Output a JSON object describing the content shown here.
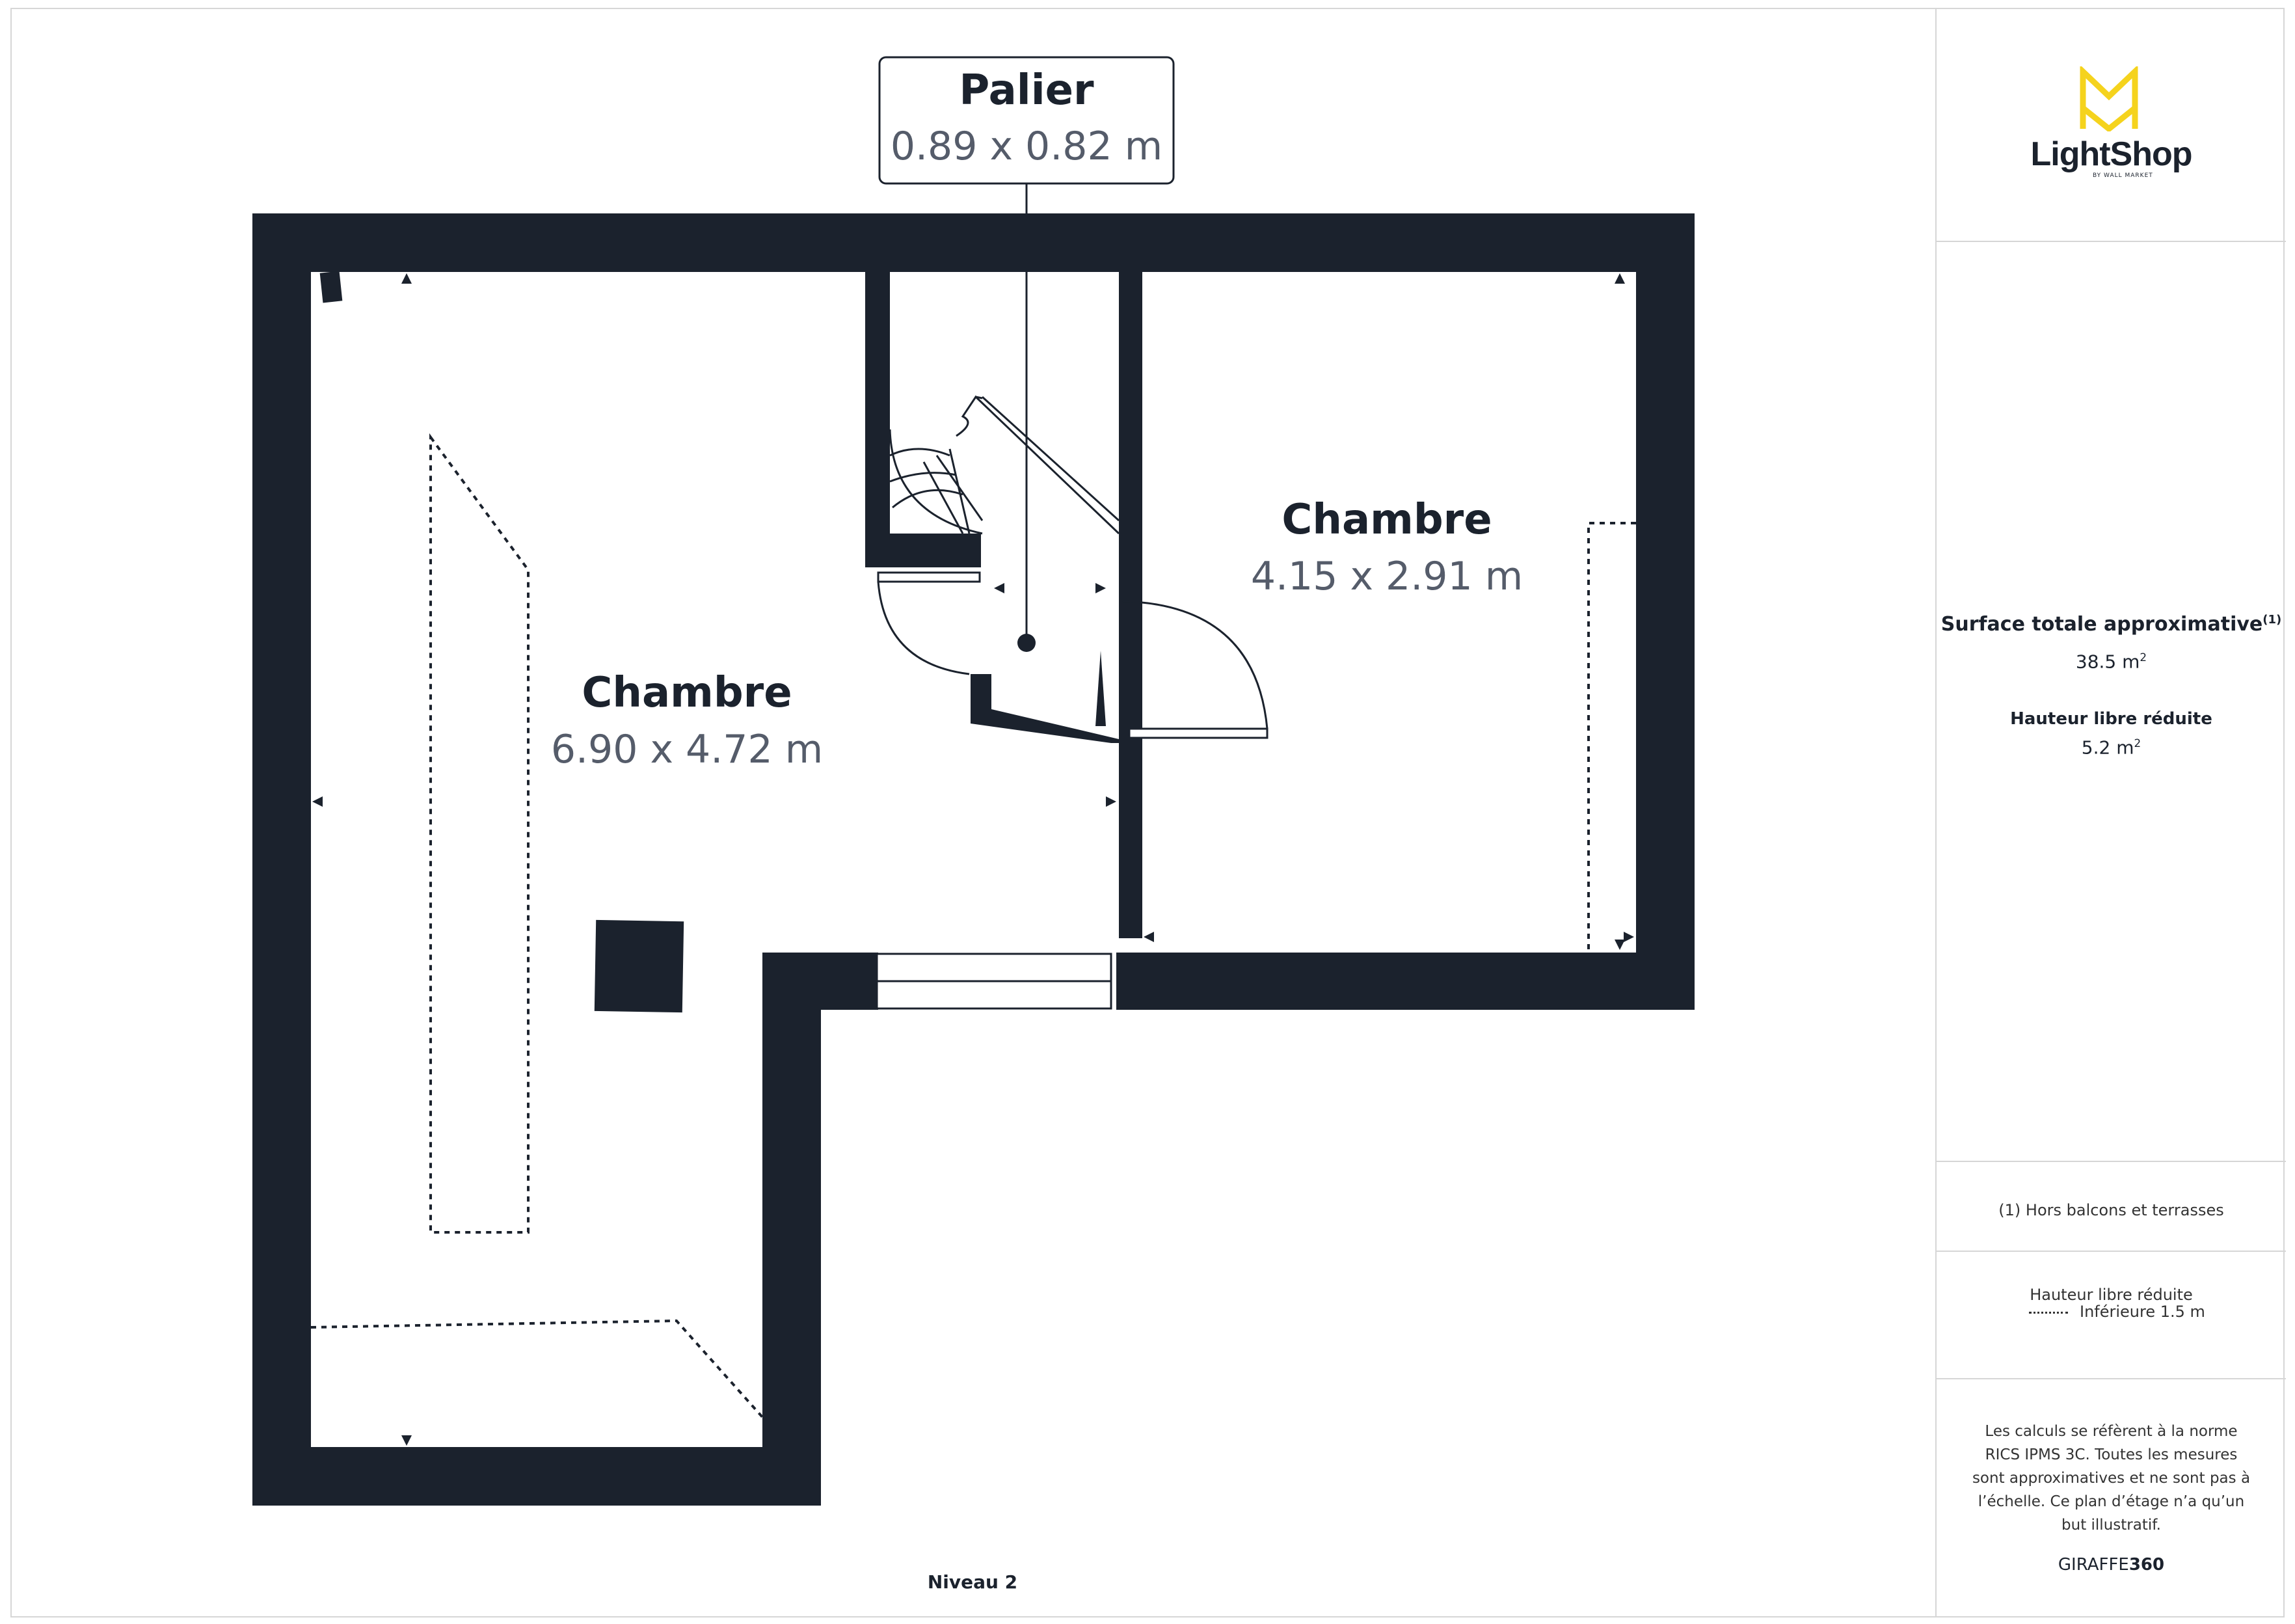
{
  "brand": {
    "name": "LightShop",
    "sub": "BY WALL MARKET",
    "accent": "#f5d31d"
  },
  "colors": {
    "wall": "#1b222d",
    "dim_text": "#555c6a"
  },
  "rooms": [
    {
      "name": "Palier",
      "dimensions": "0.89 x 0.82 m"
    },
    {
      "name": "Chambre",
      "dimensions": "4.15 x 2.91 m"
    },
    {
      "name": "Chambre",
      "dimensions": "6.90 x 4.72 m"
    }
  ],
  "summary": {
    "surface_label": "Surface totale approximative",
    "surface_note_mark": "(1)",
    "surface_value": "38.5 m",
    "surface_unit_sup": "2",
    "hauteur_label": "Hauteur libre réduite",
    "hauteur_value": "5.2 m",
    "hauteur_unit_sup": "2"
  },
  "note": "(1) Hors balcons et terrasses",
  "legend": {
    "title": "Hauteur libre réduite",
    "item": "Inférieure 1.5 m"
  },
  "disclaimer": "Les calculs se réfèrent à la norme RICS IPMS 3C. Toutes les mesures sont approximatives et ne sont pas à l’échelle. Ce plan d’étage n’a qu’un but illustratif.",
  "credit": {
    "light": "GIRAFFE",
    "bold": "360"
  },
  "level": "Niveau 2"
}
